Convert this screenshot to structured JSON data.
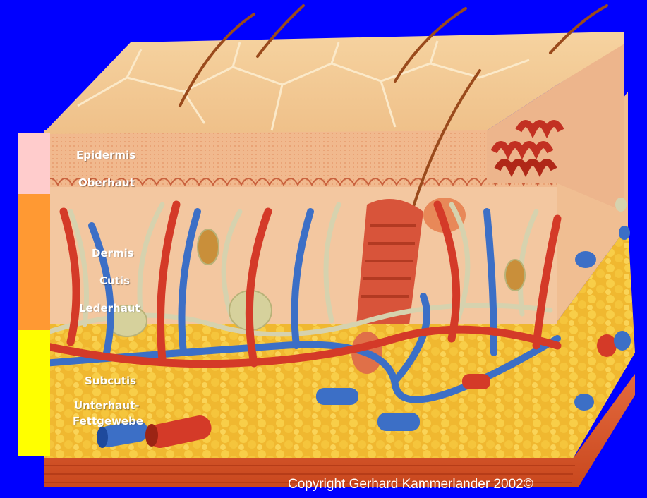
{
  "layers": {
    "epidermis": {
      "label_1": "Epidermis",
      "label_2": "Oberhaut",
      "color": "#FFCCCC"
    },
    "dermis": {
      "label_1": "Dermis",
      "label_2": "Cutis",
      "label_3": "Lederhaut",
      "color": "#FF9933"
    },
    "subcutis": {
      "label_1": "Subcutis",
      "label_2": "Unterhaut-",
      "label_3": "Fettgewebe",
      "color": "#FFFF00"
    }
  },
  "copyright": "Copyright Gerhard Kammerlander 2002©",
  "colors": {
    "background": "#0000FF",
    "artery": "#D83A2A",
    "vein": "#3A70C8",
    "nerve": "#D8D6B0",
    "fat": "#F2C030",
    "skin_surface": "#F2C48A"
  }
}
